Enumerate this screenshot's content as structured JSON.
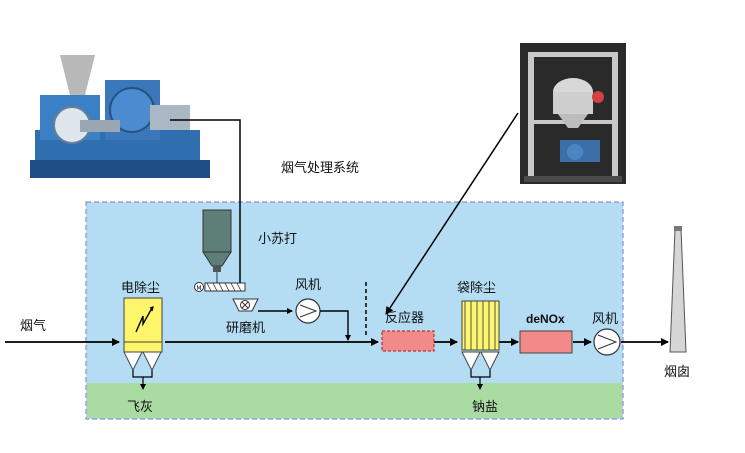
{
  "title": "烟气处理系统",
  "labels": {
    "flue_gas_in": "烟气",
    "esp": "电除尘",
    "fly_ash": "飞灰",
    "baking_soda": "小苏打",
    "mill": "研磨机",
    "fan_1": "风机",
    "reactor": "反应器",
    "bag_filter": "袋除尘",
    "sodium_salt": "钠盐",
    "denox": "deNOx",
    "fan_2": "风机",
    "chimney": "烟囱"
  },
  "colors": {
    "system_box": "#b4dcf3",
    "ash_band": "#a9dba3",
    "esp_fill": "#fdf56a",
    "reactor_fill": "#f28a8a",
    "silo_fill": "#5d7f78"
  }
}
